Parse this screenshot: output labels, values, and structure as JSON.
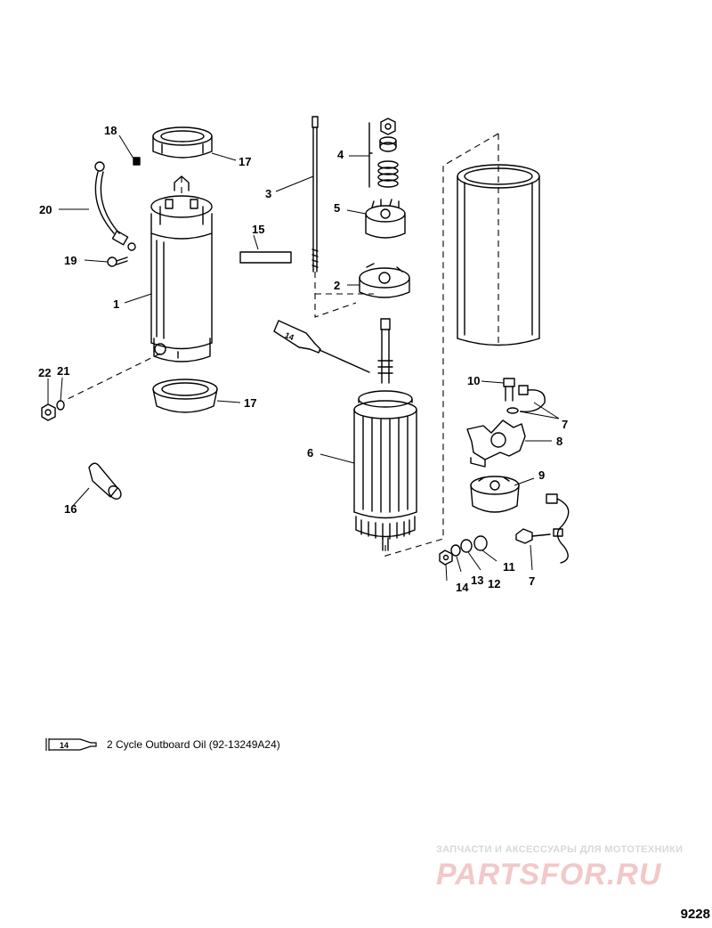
{
  "callouts": {
    "c1": "1",
    "c2": "2",
    "c3": "3",
    "c4": "4",
    "c5": "5",
    "c6": "6",
    "c7a": "7",
    "c7b": "7",
    "c8": "8",
    "c9": "9",
    "c10": "10",
    "c11": "11",
    "c12": "12",
    "c13": "13",
    "c14": "14",
    "c15": "15",
    "c16": "16",
    "c17a": "17",
    "c17b": "17",
    "c18": "18",
    "c19": "19",
    "c20": "20",
    "c21": "21",
    "c22": "22"
  },
  "tube_label": "14",
  "legend": {
    "tube_label": "14",
    "text": "2 Cycle Outboard Oil (92-13249A24)"
  },
  "watermark": {
    "top_line": "ЗАПЧАСТИ И АКСЕССУАРЫ ДЛЯ МОТОТЕХНИКИ",
    "logo": "PARTSFOR.RU"
  },
  "figure_number": "9228"
}
